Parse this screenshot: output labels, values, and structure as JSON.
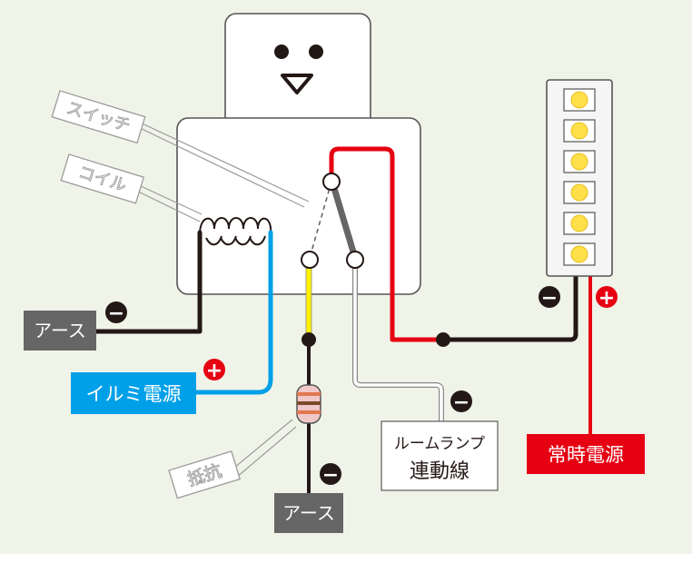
{
  "callouts": {
    "switch": "スイッチ",
    "coil": "コイル",
    "resistor": "抵抗"
  },
  "labels": {
    "earth_left": "アース",
    "earth_bottom": "アース",
    "illumi_power": "イルミ電源",
    "constant_power": "常時電源",
    "room_lamp_line1": "ルームランプ",
    "room_lamp_line2": "連動線"
  },
  "symbols": {
    "minus": "−",
    "plus": "+"
  },
  "colors": {
    "background": "#f0f4e8",
    "wire_black": "#231815",
    "wire_red": "#e60012",
    "wire_blue": "#00a0e9",
    "wire_yellow": "#fff100",
    "wire_white": "#ffffff",
    "earth_box": "#666666",
    "illumi_box": "#00a0e9",
    "constant_box": "#e60012",
    "led": "#ffe04a"
  },
  "led_strip": {
    "led_count": 6
  }
}
